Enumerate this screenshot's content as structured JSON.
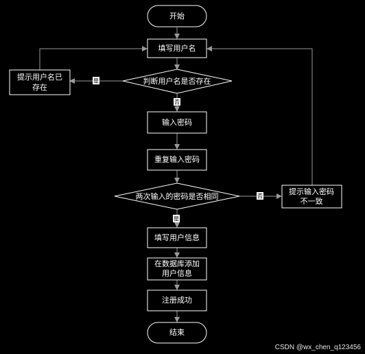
{
  "diagram": {
    "nodes": {
      "start": "开始",
      "fill_username": "填写用户名",
      "check_exists": "判断用户名是否存在",
      "prompt_exists_line1": "提示用户名已",
      "prompt_exists_line2": "存在",
      "enter_password": "输入密码",
      "repeat_password": "重复输入密码",
      "check_match": "两次输入的密码是否相同",
      "prompt_mismatch_line1": "提示输入密码",
      "prompt_mismatch_line2": "不一致",
      "fill_userinfo": "填写用户信息",
      "add_db_line1": "在数据库添加",
      "add_db_line2": "用户信息",
      "register_success": "注册成功",
      "end": "结束"
    },
    "edge_labels": {
      "exists_yes": "是",
      "exists_no": "否",
      "match_no": "否",
      "match_yes": "是"
    },
    "colors": {
      "background": "#000000",
      "stroke": "#ffffff",
      "text": "#ffffff"
    }
  },
  "watermark": "CSDN @wx_chen_q123456"
}
